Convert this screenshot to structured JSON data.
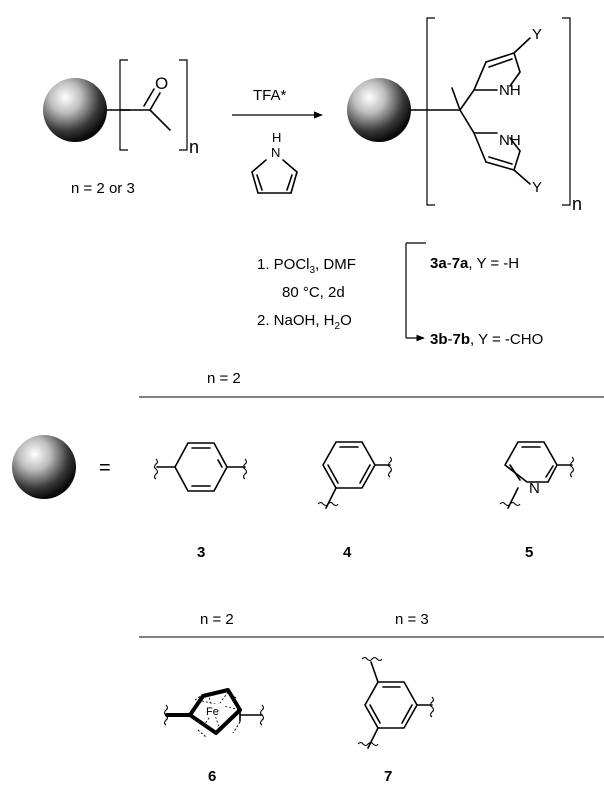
{
  "reaction": {
    "reagent_top": "TFA*",
    "reagent_bottom_atom": "H",
    "reagent_bottom_het": "N",
    "start_carbonyl_o": "O",
    "repeat_n": "n",
    "condition_n": "n = 2 or 3",
    "product_nh_top": "NH",
    "product_nh_bottom": "NH",
    "product_y_top": "Y",
    "product_y_bottom": "Y",
    "product_repeat_n": "n"
  },
  "steps": {
    "step1_num": "1. POCl",
    "step1_sub": "3",
    "step1_rest": ", DMF",
    "step1_cond": "80 °C, 2d",
    "step2_num": "2. NaOH, H",
    "step2_sub": "2",
    "step2_rest": "O"
  },
  "products": {
    "a_label": "3a",
    "a_dash": "-",
    "a_label2": "7a",
    "a_text": ", Y = -H",
    "b_label": "3b",
    "b_dash": "-",
    "b_label2": "7b",
    "b_text": ", Y = -CHO"
  },
  "legend": {
    "equals": "=",
    "n2_top": "n = 2",
    "n2_bottom": "n = 2",
    "n3_bottom": "n = 3",
    "pyridine_n": "N",
    "fe": "Fe"
  },
  "compounds": [
    "3",
    "4",
    "5",
    "6",
    "7"
  ]
}
